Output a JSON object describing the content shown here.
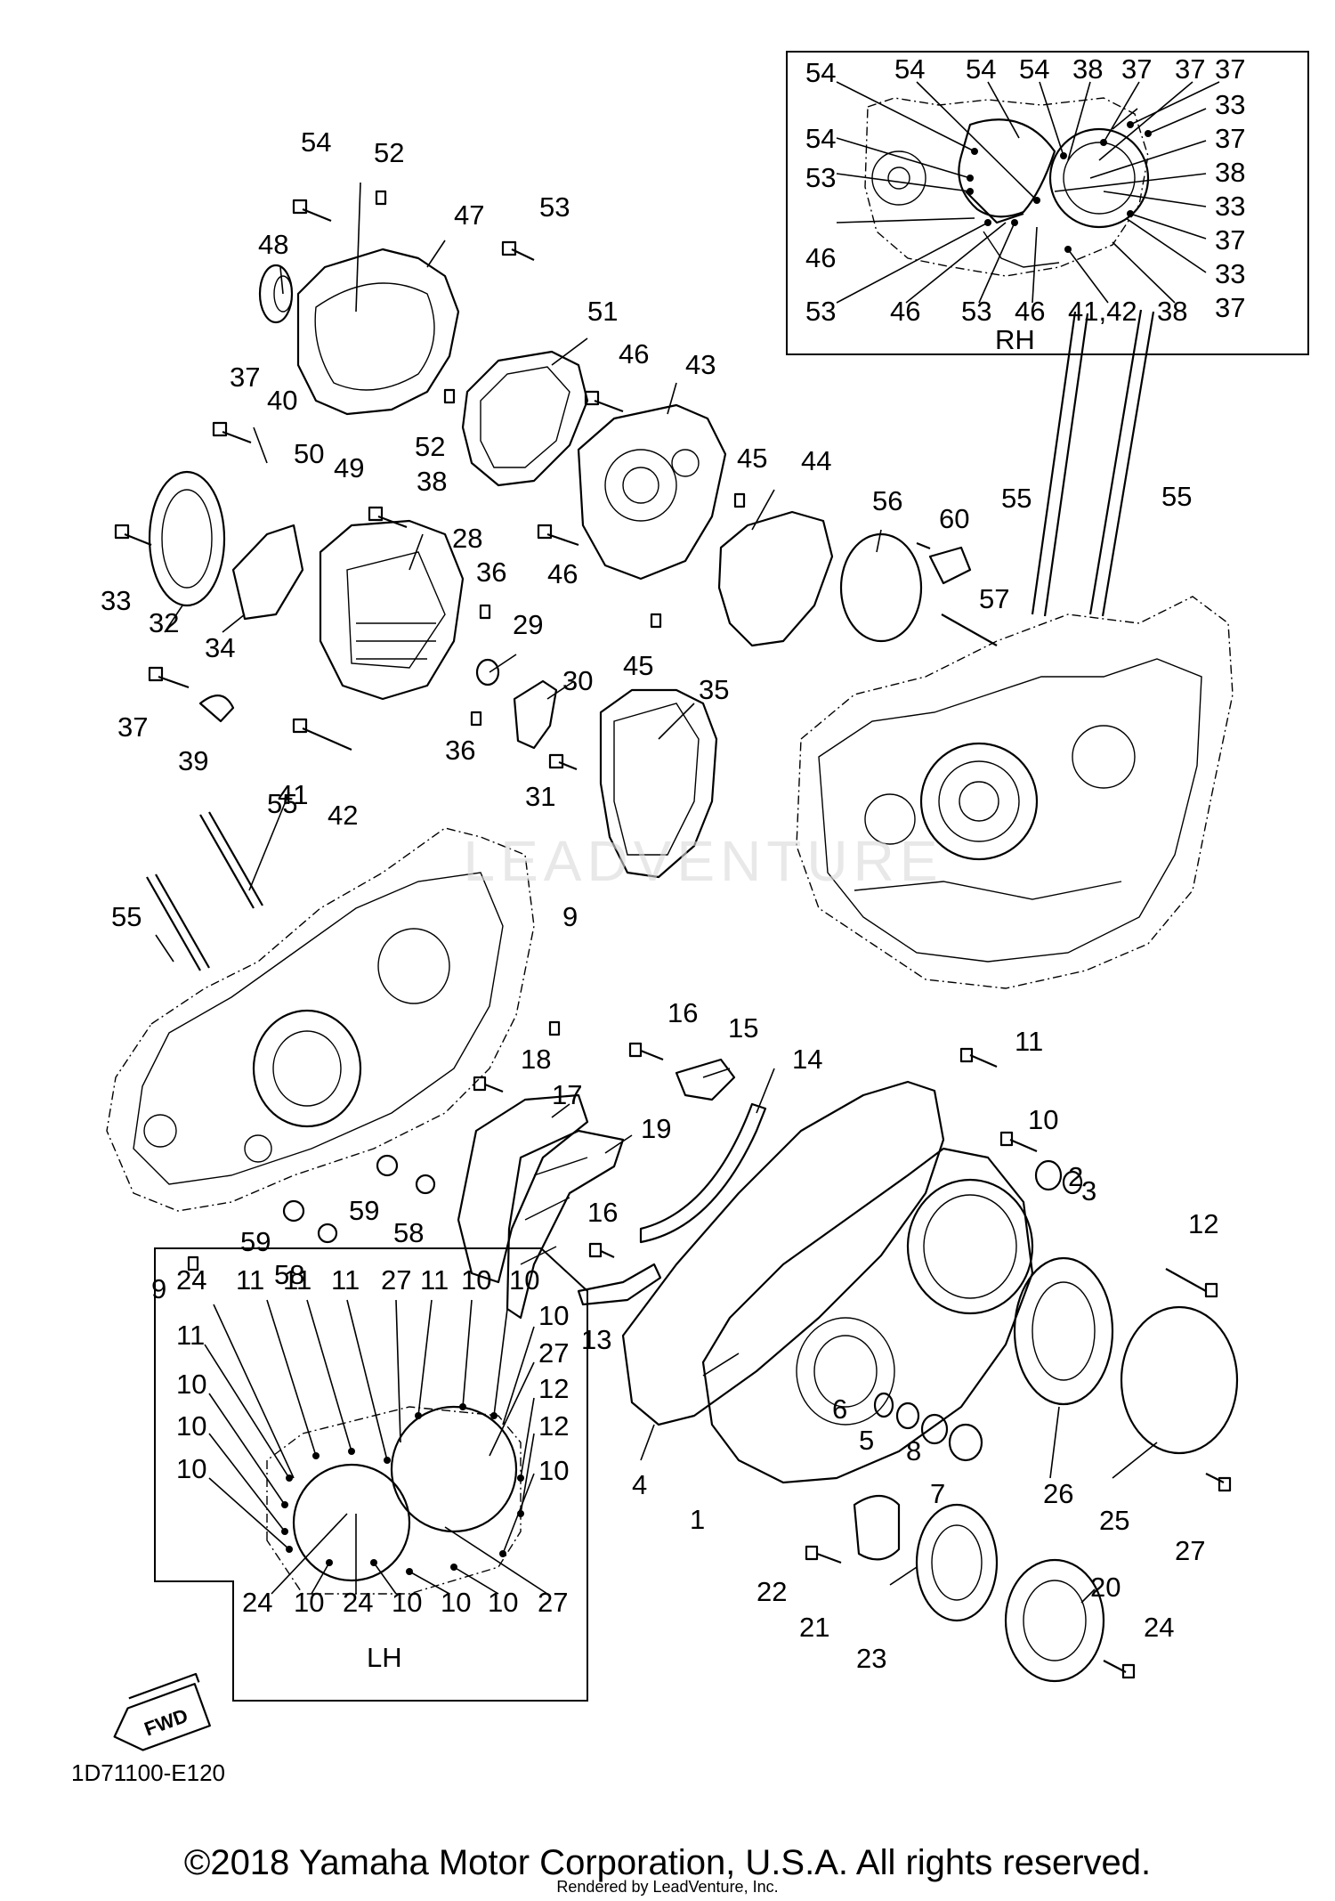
{
  "diagram_code": "1D71100-E120",
  "copyright": "©2018 Yamaha Motor Corporation, U.S.A. All rights reserved.",
  "rendered_by": "Rendered by LeadVenture, Inc.",
  "watermark": "LEADVENTURE",
  "fwd_label": "FWD",
  "inset_rh": {
    "title": "RH",
    "callouts": [
      "54",
      "54",
      "54",
      "54",
      "38",
      "37",
      "37",
      "37",
      "33",
      "37",
      "38",
      "33",
      "37",
      "33",
      "37",
      "53",
      "46",
      "53",
      "46",
      "53",
      "46",
      "41,42",
      "38",
      "54"
    ]
  },
  "inset_lh": {
    "title": "LH",
    "callouts": [
      "24",
      "11",
      "11",
      "11",
      "27",
      "11",
      "10",
      "10",
      "10",
      "11",
      "27",
      "10",
      "12",
      "10",
      "12",
      "10",
      "10",
      "24",
      "10",
      "24",
      "10",
      "10",
      "10",
      "27"
    ]
  },
  "callouts": [
    "54",
    "52",
    "53",
    "47",
    "48",
    "51",
    "46",
    "43",
    "37",
    "40",
    "50",
    "49",
    "52",
    "45",
    "44",
    "56",
    "60",
    "55",
    "55",
    "38",
    "28",
    "36",
    "33",
    "32",
    "34",
    "29",
    "46",
    "57",
    "45",
    "30",
    "35",
    "37",
    "39",
    "41",
    "42",
    "36",
    "31",
    "55",
    "55",
    "9",
    "16",
    "15",
    "18",
    "17",
    "14",
    "11",
    "19",
    "10",
    "59",
    "58",
    "2",
    "3",
    "16",
    "12",
    "59",
    "58",
    "9",
    "13",
    "6",
    "5",
    "8",
    "7",
    "26",
    "4",
    "1",
    "25",
    "27",
    "22",
    "21",
    "23",
    "20",
    "24"
  ]
}
